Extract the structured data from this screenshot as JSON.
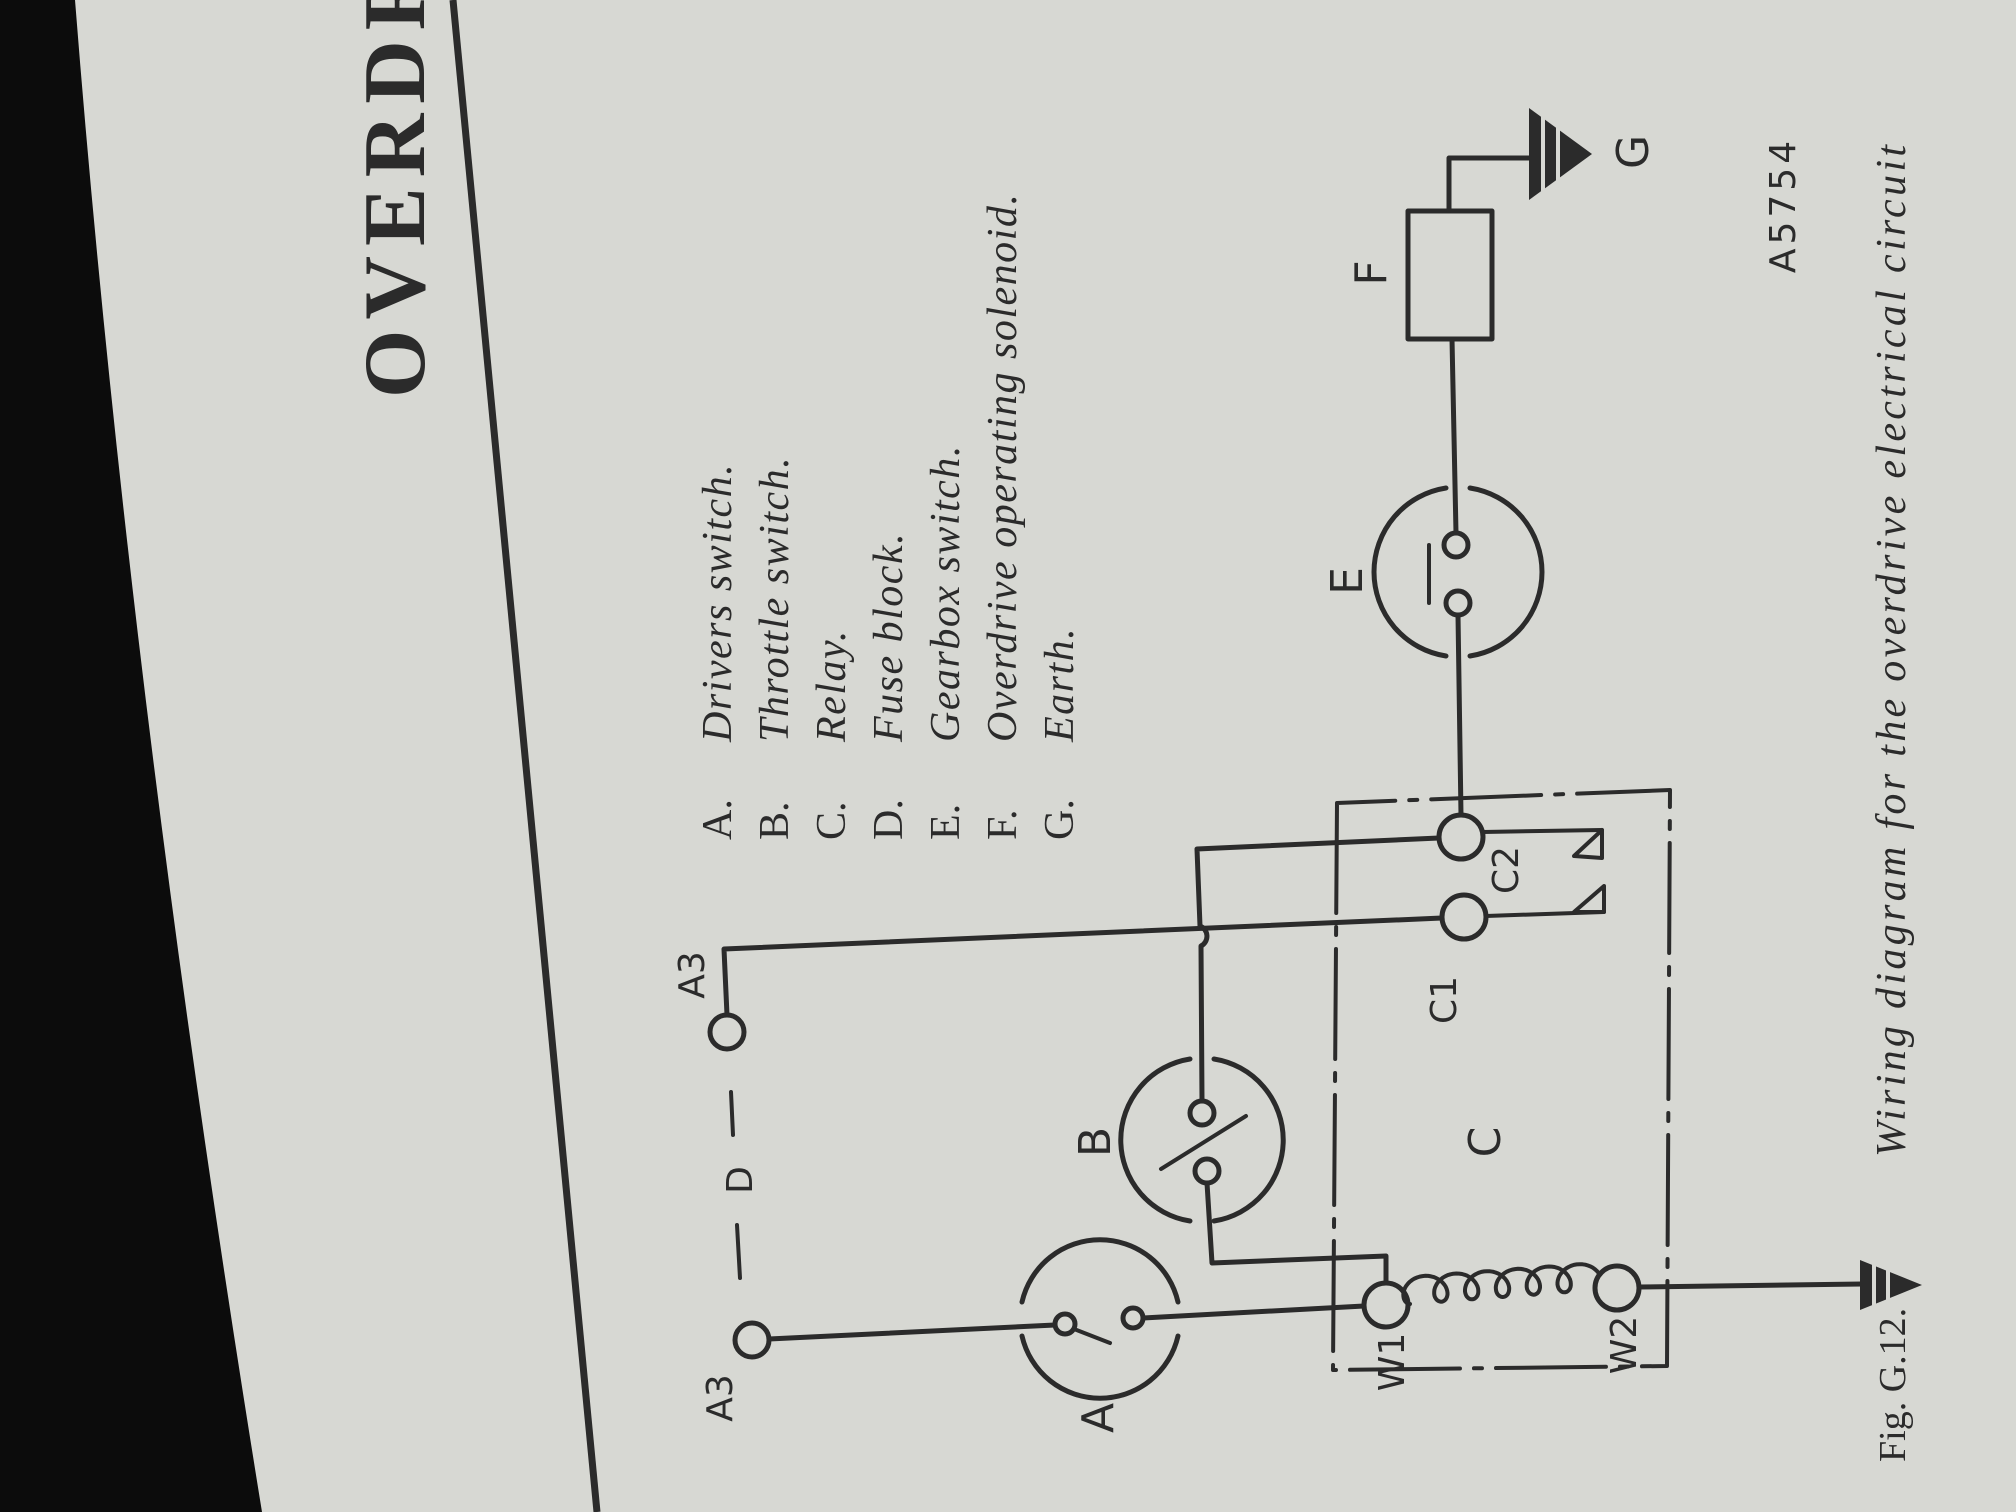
{
  "page": {
    "heading": "OVERDRIVE"
  },
  "legend": [
    {
      "key": "A.",
      "text": "Drivers  switch."
    },
    {
      "key": "B.",
      "text": "Throttle switch."
    },
    {
      "key": "C.",
      "text": "Relay."
    },
    {
      "key": "D.",
      "text": "Fuse block."
    },
    {
      "key": "E.",
      "text": "Gearbox  switch."
    },
    {
      "key": "F.",
      "text": "Overdrive  operating  solenoid."
    },
    {
      "key": "G.",
      "text": "Earth."
    }
  ],
  "diagram": {
    "labels": {
      "A": "A",
      "A3_top": "A3",
      "A3_bottom": "A3",
      "D": "D",
      "B": "B",
      "C": "C",
      "C1": "C1",
      "C2": "C2",
      "W1": "W1",
      "W2": "W2",
      "E": "E",
      "F": "F",
      "G": "G"
    },
    "ref": "A5754"
  },
  "caption": {
    "fig": "Fig. G.12.",
    "text": "Wiring diagram for the overdrive electrical circuit"
  },
  "colors": {
    "paper": "#d7d8d3",
    "ink": "#2b2b2b",
    "background": "#0c0c0c"
  }
}
